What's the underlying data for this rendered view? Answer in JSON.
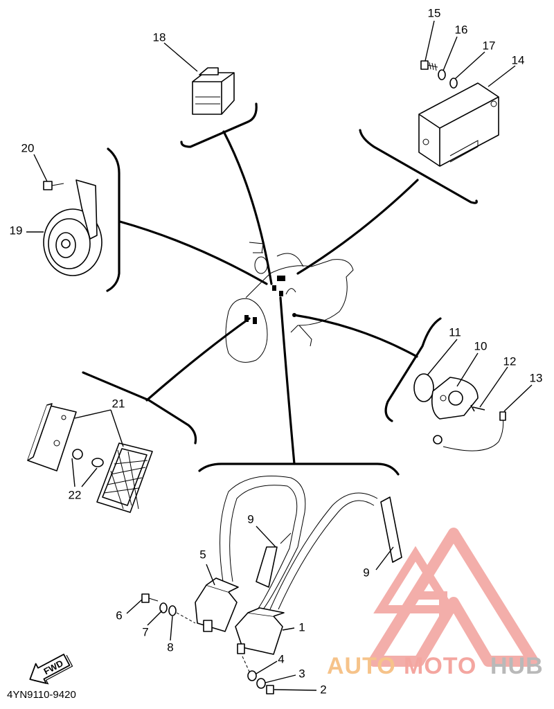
{
  "callouts": [
    {
      "id": "c1",
      "text": "1"
    },
    {
      "id": "c2",
      "text": "2"
    },
    {
      "id": "c3",
      "text": "3"
    },
    {
      "id": "c4",
      "text": "4"
    },
    {
      "id": "c5",
      "text": "5"
    },
    {
      "id": "c6",
      "text": "6"
    },
    {
      "id": "c7",
      "text": "7"
    },
    {
      "id": "c8",
      "text": "8"
    },
    {
      "id": "c9a",
      "text": "9"
    },
    {
      "id": "c9b",
      "text": "9"
    },
    {
      "id": "c10",
      "text": "10"
    },
    {
      "id": "c11",
      "text": "11"
    },
    {
      "id": "c12",
      "text": "12"
    },
    {
      "id": "c13",
      "text": "13"
    },
    {
      "id": "c14",
      "text": "14"
    },
    {
      "id": "c15",
      "text": "15"
    },
    {
      "id": "c16",
      "text": "16"
    },
    {
      "id": "c17",
      "text": "17"
    },
    {
      "id": "c18",
      "text": "18"
    },
    {
      "id": "c19",
      "text": "19"
    },
    {
      "id": "c20",
      "text": "20"
    },
    {
      "id": "c21",
      "text": "21"
    },
    {
      "id": "c22",
      "text": "22"
    }
  ],
  "fwd_arrow_label": "FWD",
  "diagram_code": "4YN9110-9420",
  "watermark": {
    "part1": "AUTO",
    "part2": "MOTO",
    "part3": "HUB",
    "color_light": "#f6c38a",
    "color_mid": "#f4a6a0",
    "color_dark": "#b9b9b9",
    "logo_color": "#f2a09c"
  }
}
